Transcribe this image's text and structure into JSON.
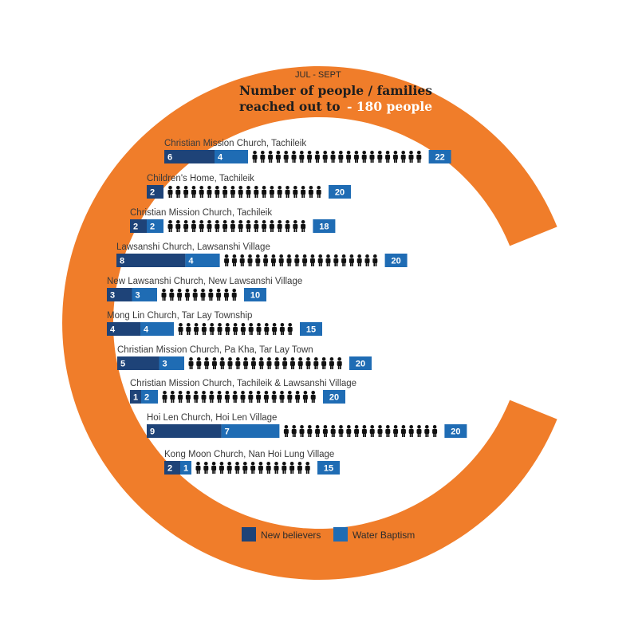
{
  "header": {
    "subtitle": "JUL - SEPT",
    "title_line1": "Number of people / families",
    "title_line2_prefix": "reached out to ",
    "title_line2_highlight": "- 180 people"
  },
  "legend": {
    "new_believers": "New believers",
    "water_baptism": "Water Baptism"
  },
  "colors": {
    "ring": "#f07d2a",
    "new_believers": "#1e4378",
    "water_baptism": "#1f6cb4",
    "total_box": "#1f6cb4",
    "people_icon": "#111111",
    "label_text": "#3a3a3a"
  },
  "chart_data": {
    "type": "bar",
    "stacked": true,
    "orientation": "horizontal",
    "title": "Number of people / families reached out to - 180 people",
    "subtitle": "JUL - SEPT",
    "categories": [
      "Christian Mission Church, Tachileik",
      "Children's Home, Tachileik",
      "Christian Mission Church, Tachileik",
      "Lawsanshi Church, Lawsanshi Village",
      "New Lawsanshi Church, New Lawsanshi Village",
      "Mong Lin Church, Tar Lay Township",
      "Christian Mission Church, Pa Kha, Tar Lay Town",
      "Christian Mission Church, Tachileik & Lawsanshi Village",
      "Hoi Len Church, Hoi Len Village",
      "Kong Moon Church, Nan Hoi Lung Village"
    ],
    "series": [
      {
        "name": "New believers",
        "values": [
          6,
          2,
          2,
          8,
          3,
          4,
          5,
          1,
          9,
          2
        ]
      },
      {
        "name": "Water Baptism",
        "values": [
          4,
          0,
          2,
          4,
          3,
          4,
          3,
          2,
          7,
          1
        ]
      }
    ],
    "totals": [
      22,
      20,
      18,
      20,
      10,
      15,
      20,
      20,
      20,
      15
    ],
    "legend_position": "bottom"
  }
}
